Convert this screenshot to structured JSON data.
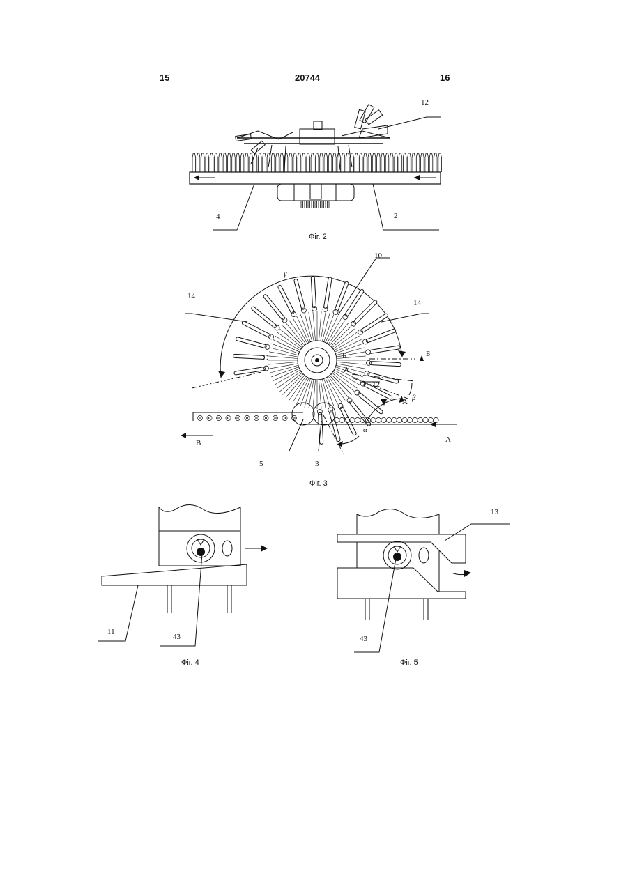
{
  "header": {
    "left_page": "15",
    "patent_number": "20744",
    "right_page": "16"
  },
  "fig2": {
    "caption": "Фіг. 2",
    "labels": {
      "l12": "12",
      "l4": "4",
      "l2": "2"
    }
  },
  "fig3": {
    "caption": "Фіг. 3",
    "labels": {
      "l10": "10",
      "l14a": "14",
      "l14b": "14",
      "gamma": "γ",
      "b_arrow": "Б",
      "b_center": "Б",
      "a_center": "А",
      "l12": "12",
      "a_arrow": "А",
      "beta": "β",
      "alpha": "α",
      "v_left": "В",
      "a_right": "А",
      "l5": "5",
      "l3": "3"
    }
  },
  "fig4": {
    "caption": "Фіг. 4",
    "labels": {
      "l11": "11",
      "l43": "43"
    }
  },
  "fig5": {
    "caption": "Фіг. 5",
    "labels": {
      "l13": "13",
      "l43": "43"
    }
  }
}
